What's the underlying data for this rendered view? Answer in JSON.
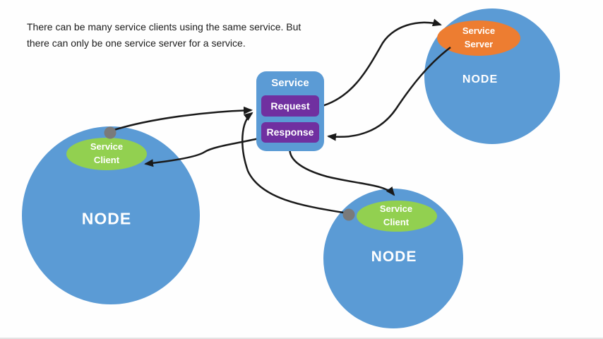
{
  "caption": {
    "line1": "There can be many service clients using the same service. But",
    "line2": "there can only be one service server for a service."
  },
  "service": {
    "title": "Service",
    "request": "Request",
    "response": "Response"
  },
  "nodes": {
    "left": {
      "node_label": "NODE",
      "role_word1": "Service",
      "role_word2": "Client"
    },
    "top_right": {
      "node_label": "NODE",
      "role_word1": "Service",
      "role_word2": "Server"
    },
    "bottom": {
      "node_label": "NODE",
      "role_word1": "Service",
      "role_word2": "Client"
    }
  },
  "colors": {
    "node_blue": "#5B9BD5",
    "client_green": "#92D050",
    "server_orange": "#ED7D31",
    "box_purple": "#7030A0",
    "arrow_black": "#1A1A1A",
    "connector_dot_gray": "#7A7A7A",
    "background": "#FEFEFE"
  }
}
